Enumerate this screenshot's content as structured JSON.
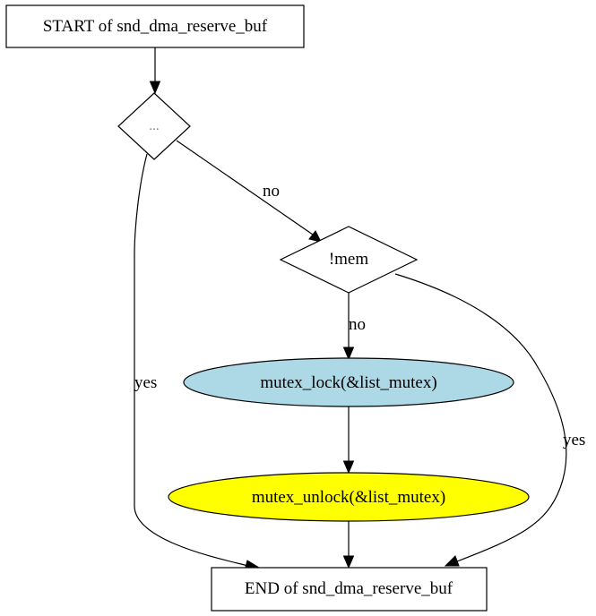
{
  "nodes": {
    "start": {
      "label": "START of snd_dma_reserve_buf"
    },
    "cond1": {
      "label": "..."
    },
    "cond2": {
      "label": "!mem"
    },
    "lock": {
      "label": "mutex_lock(&list_mutex)",
      "fill": "#add8e6"
    },
    "unlock": {
      "label": "mutex_unlock(&list_mutex)",
      "fill": "#ffff00"
    },
    "end": {
      "label": "END of snd_dma_reserve_buf"
    }
  },
  "edges": {
    "cond1_to_cond2": "no",
    "cond1_to_end": "yes",
    "cond2_to_lock": "no",
    "cond2_to_end": "yes"
  }
}
